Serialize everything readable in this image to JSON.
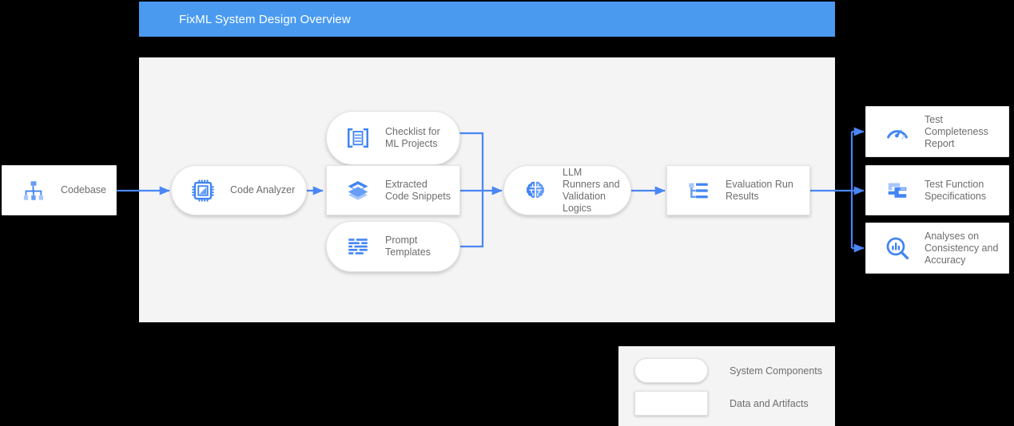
{
  "header": {
    "title": "FixML System Design Overview",
    "background_color": "#4a9bf0",
    "text_color": "#ffffff"
  },
  "theme": {
    "panel_background": "#f4f4f4",
    "page_background": "#000000",
    "node_background": "#ffffff",
    "accent_blue": "#4285f4",
    "connector_blue": "#4a86f7",
    "label_color": "#6d6d6d"
  },
  "nodes": [
    {
      "id": "codebase",
      "label": "Codebase",
      "shape": "rect",
      "kind": "data-and-artifacts",
      "icon": "account-tree-hierarchy-icon"
    },
    {
      "id": "code-analyzer",
      "label": "Code Analyzer",
      "shape": "pill",
      "kind": "system-component",
      "icon": "cpu-chip-icon"
    },
    {
      "id": "checklist-for-ml-projects",
      "label": "Checklist for\nML Projects",
      "shape": "pill",
      "kind": "system-component",
      "icon": "checklist-brackets-icon"
    },
    {
      "id": "extracted-code-snippets",
      "label": "Extracted\nCode Snippets",
      "shape": "rect",
      "kind": "data-and-artifacts",
      "icon": "layers-stack-icon"
    },
    {
      "id": "prompt-templates",
      "label": "Prompt\nTemplates",
      "shape": "pill",
      "kind": "system-component",
      "icon": "subject-text-lines-icon"
    },
    {
      "id": "llm-runners-and-validation-logics",
      "label": "LLM Runners and\nValidation Logics",
      "shape": "pill",
      "kind": "system-component",
      "icon": "brain-psychology-icon"
    },
    {
      "id": "evaluation-run-results",
      "label": "Evaluation Run\nResults",
      "shape": "rect",
      "kind": "data-and-artifacts",
      "icon": "account-tree-list-icon"
    },
    {
      "id": "test-completeness-report",
      "label": "Test Completeness\nReport",
      "shape": "rect",
      "kind": "data-and-artifacts",
      "icon": "speedometer-gauge-icon"
    },
    {
      "id": "test-function-specifications",
      "label": "Test Function\nSpecifications",
      "shape": "rect",
      "kind": "data-and-artifacts",
      "icon": "zigzag-stairs-icon"
    },
    {
      "id": "analyses-on-consistency-and-accuracy",
      "label": "Analyses on\nConsistency and\nAccuracy",
      "shape": "rect",
      "kind": "data-and-artifacts",
      "icon": "magnifier-bar-chart-icon"
    }
  ],
  "legend": {
    "items": [
      {
        "swatch_shape": "pill",
        "label": "System Components"
      },
      {
        "swatch_shape": "rect",
        "label": "Data and Artifacts"
      }
    ]
  },
  "connections": [
    {
      "from": "codebase",
      "to": "code-analyzer"
    },
    {
      "from": "code-analyzer",
      "to": "extracted-code-snippets"
    },
    {
      "from": "checklist-for-ml-projects",
      "to": "llm-runners-and-validation-logics"
    },
    {
      "from": "extracted-code-snippets",
      "to": "llm-runners-and-validation-logics"
    },
    {
      "from": "prompt-templates",
      "to": "llm-runners-and-validation-logics"
    },
    {
      "from": "llm-runners-and-validation-logics",
      "to": "evaluation-run-results"
    },
    {
      "from": "evaluation-run-results",
      "to": "test-completeness-report"
    },
    {
      "from": "evaluation-run-results",
      "to": "test-function-specifications"
    },
    {
      "from": "evaluation-run-results",
      "to": "analyses-on-consistency-and-accuracy"
    }
  ]
}
